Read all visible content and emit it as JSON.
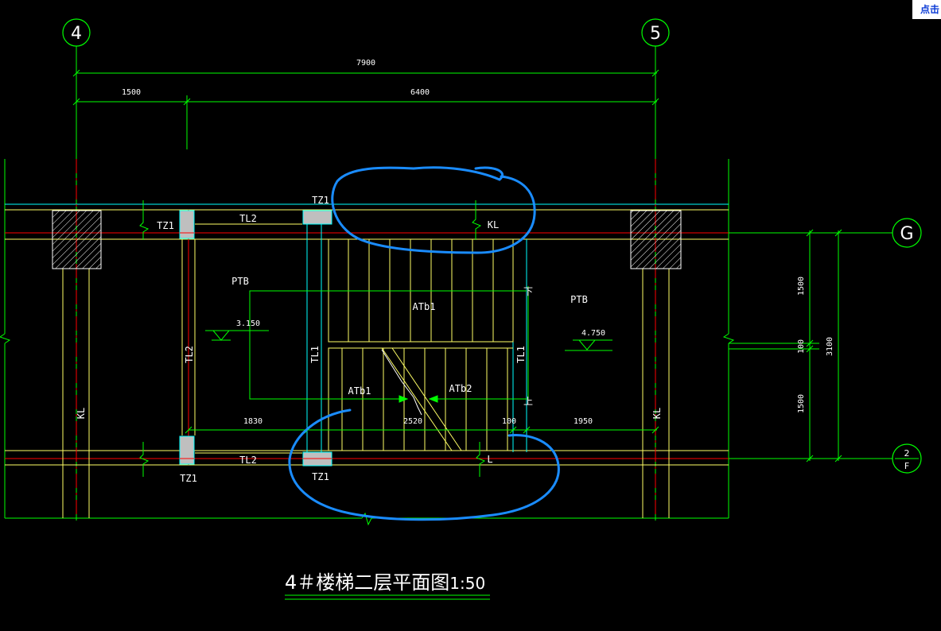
{
  "corner_link": {
    "label": "点击"
  },
  "axes": {
    "left_top": "4",
    "right_top": "5",
    "right_upper": "G",
    "right_lower_num": "2",
    "right_lower_letter": "F"
  },
  "dimensions": {
    "overall": "7900",
    "left_span": "1500",
    "right_span": "6400",
    "bottom_left": "1830",
    "bottom_mid": "2520",
    "bottom_gap": "100",
    "bottom_right": "1950",
    "right_upper": "1500",
    "right_mid": "100",
    "right_lower": "1500",
    "right_total": "3100"
  },
  "labels": {
    "tz1_top": "TZ1",
    "tz1_left_top": "TZ1",
    "tz1_bottom_left": "TZ1",
    "tz1_bottom_mid": "TZ1",
    "tl2_top": "TL2",
    "tl2_bottom": "TL2",
    "tl2_left": "TL2",
    "tl1_left": "TL1",
    "tl1_right": "TL1",
    "kl_top": "KL",
    "kl_left": "KL",
    "kl_right": "KL",
    "kl_bottom_mark": "L",
    "ptb_left": "PTB",
    "ptb_right": "PTB",
    "atb1_upper": "ATb1",
    "atb1_lower": "ATb1",
    "atb2": "ATb2",
    "elev_left": "3.150",
    "elev_right": "4.750",
    "arrow_down": "下",
    "arrow_up": "上"
  },
  "title": {
    "text": "4＃楼梯二层平面图",
    "scale": "1:50"
  },
  "colors": {
    "background": "#000000",
    "dim_line": "#00ff00",
    "beam_line": "#ffff66",
    "axis_red": "#ff0000",
    "cyan": "#00ffff",
    "white": "#ffffff",
    "markup_blue": "#1a8cff",
    "column_fill": "#bfbfbf"
  }
}
